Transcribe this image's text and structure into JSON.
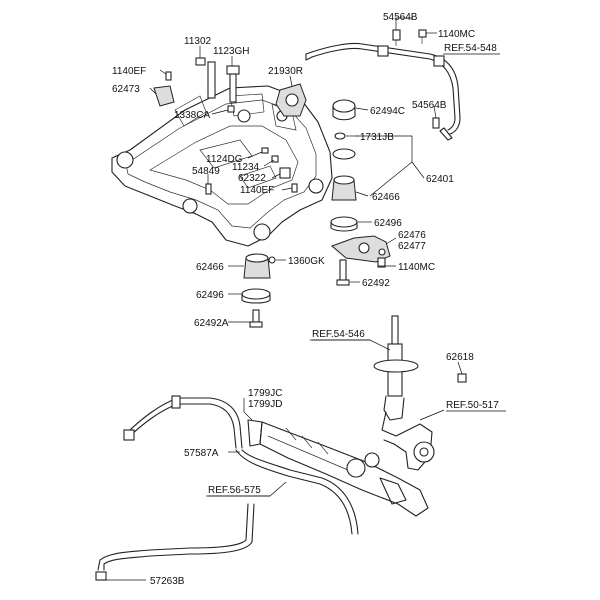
{
  "diagram": {
    "labels": {
      "p54564b_top": "54564B",
      "p1140mc_top": "1140MC",
      "ref_54_548": "REF.54-548",
      "p11302": "11302",
      "p1123gh": "1123GH",
      "p1140ef_a": "1140EF",
      "p21930r": "21930R",
      "p62473": "62473",
      "p1338ca": "1338CA",
      "p62494c": "62494C",
      "p54564b_right": "54564B",
      "p1731jb": "1731JB",
      "p1124dg": "1124DG",
      "p11234": "11234",
      "p62322": "62322",
      "p54849": "54849",
      "p1140ef_b": "1140EF",
      "p62401": "62401",
      "p62466_r": "62466",
      "p62496_r": "62496",
      "p62476": "62476",
      "p62477": "62477",
      "p62466_l": "62466",
      "p1360gk": "1360GK",
      "p1140mc_mid": "1140MC",
      "p62492": "62492",
      "p62496_l": "62496",
      "p62492a": "62492A",
      "ref_54_546": "REF.54-546",
      "p62618": "62618",
      "p1799jc": "1799JC",
      "p1799jd": "1799JD",
      "ref_50_517": "REF.50-517",
      "p57587a": "57587A",
      "ref_56_575": "REF.56-575",
      "p57263b": "57263B"
    }
  }
}
